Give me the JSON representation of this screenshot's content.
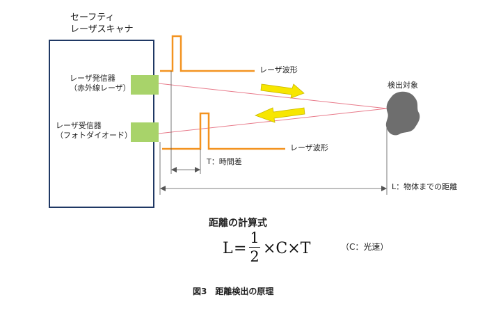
{
  "scanner": {
    "title_line1": "セーフティ",
    "title_line2": "レーザスキャナ"
  },
  "emitter": {
    "label_line1": "レーザ発信器",
    "label_line2": "（赤外線レーザ）"
  },
  "receiver": {
    "label_line1": "レーザ受信器",
    "label_line2": "（フォトダイオード）"
  },
  "waveforms": {
    "top_label": "レーザ波形",
    "bottom_label": "レーザ波形",
    "time_diff_label": "T：時間差"
  },
  "target": {
    "label": "検出対象"
  },
  "distance": {
    "label": "L：物体までの距離"
  },
  "formula": {
    "title": "距離の計算式",
    "lhs": "L",
    "equals": "=",
    "numerator": "1",
    "denominator": "2",
    "rhs": "×C×T",
    "note": "（C：光速）"
  },
  "caption": "図3　距離検出の原理",
  "colors": {
    "box_border": "#1f3864",
    "sensor_fill": "#a8d36a",
    "pulse": "#f39320",
    "beam": "#e87a8a",
    "arrow": "#f7e600",
    "target_fill": "#6e6e6e"
  }
}
